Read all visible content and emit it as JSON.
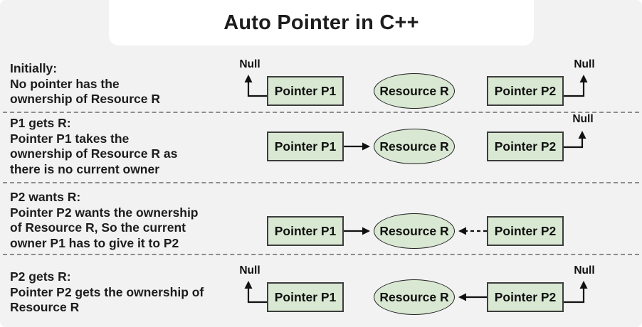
{
  "title": "Auto Pointer in C++",
  "labels": {
    "null_label": "Null",
    "pointer_p1": "Pointer P1",
    "pointer_p2": "Pointer P2",
    "resource": "Resource R"
  },
  "rows": [
    {
      "text": "Initially:\nNo pointer has the\nownership of Resource R"
    },
    {
      "text": "P1 gets R:\nPointer P1 takes the\nownership of Resource R as\nthere is no current owner"
    },
    {
      "text": "P2 wants R:\nPointer P2 wants the ownership\nof Resource R, So the current\nowner P1 has to give it to P2"
    },
    {
      "text": "P2 gets R:\nPointer P2 gets the ownership of\nResource R"
    }
  ],
  "colors": {
    "background": "#f2f2f2",
    "card": "#ffffff",
    "node-fill": "#d9e8d2",
    "node-border": "#3d3d3d",
    "ellipse-border": "#222222",
    "line": "#111111",
    "separator": "#8c8c8c",
    "text": "#1c1c1c"
  }
}
